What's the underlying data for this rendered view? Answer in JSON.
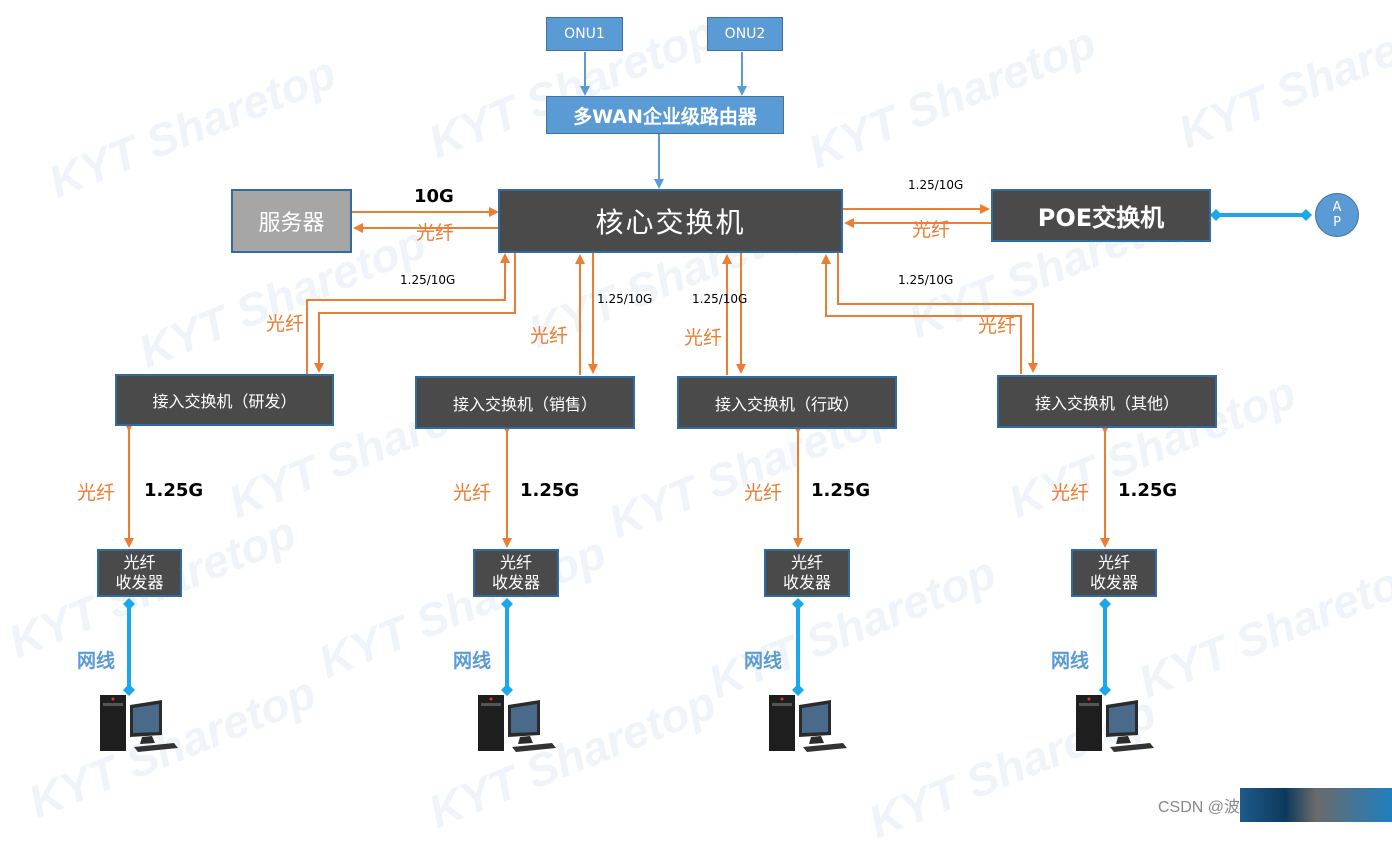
{
  "onu1": "ONU1",
  "onu2": "ONU2",
  "router": "多WAN企业级路由器",
  "server": "服务器",
  "core": "核心交换机",
  "poe": "POE交换机",
  "ap_top": "A",
  "ap_bottom": "P",
  "access": [
    {
      "label": "接入交换机（研发）"
    },
    {
      "label": "接入交换机（销售）"
    },
    {
      "label": "接入交换机（行政）"
    },
    {
      "label": "接入交换机（其他）"
    }
  ],
  "transceiver": "光纤\n收发器",
  "labels": {
    "server_speed": "10G",
    "fiber": "光纤",
    "link_speed": "1.25/10G",
    "access_speed": "1.25G",
    "network_cable": "网线"
  },
  "watermark": "KYT Sharetop",
  "credit": "CSDN @波",
  "colors": {
    "blue": "#5b9bd5",
    "orange": "#ed7d31",
    "cable": "#1aa8e8",
    "dark_box": "#4a4a4a"
  }
}
